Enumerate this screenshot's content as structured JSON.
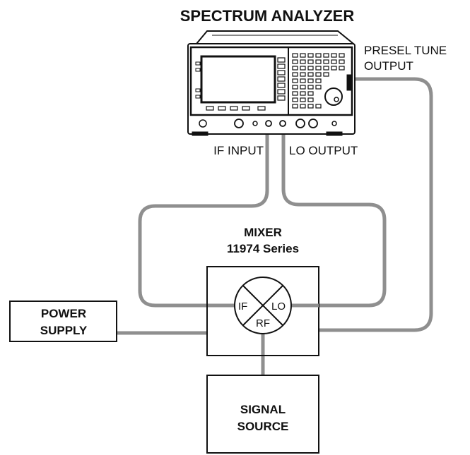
{
  "title": "SPECTRUM ANALYZER",
  "analyzer": {
    "presel_line1": "PRESEL TUNE",
    "presel_line2": "OUTPUT",
    "if_input": "IF INPUT",
    "lo_output": "LO OUTPUT"
  },
  "mixer": {
    "line1": "MIXER",
    "line2": "11974 Series",
    "port_if": "IF",
    "port_lo": "LO",
    "port_rf": "RF"
  },
  "power_supply": {
    "line1": "POWER",
    "line2": "SUPPLY"
  },
  "signal_source": {
    "line1": "SIGNAL",
    "line2": "SOURCE"
  },
  "colors": {
    "cable": "#8f8f8f",
    "outline": "#111111",
    "screen": "#ffffff",
    "background": "#ffffff"
  }
}
